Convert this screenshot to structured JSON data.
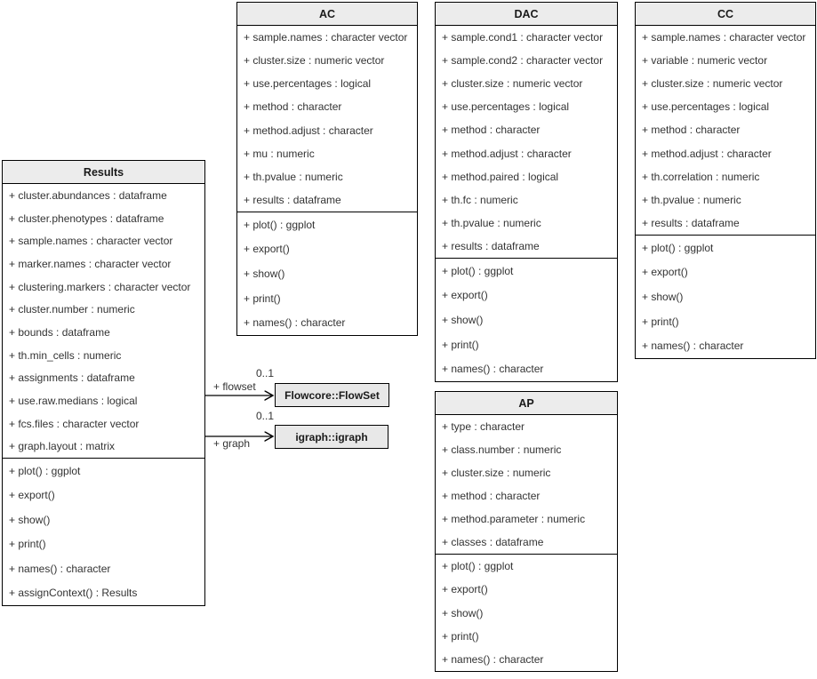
{
  "classes": {
    "results": {
      "title": "Results",
      "attributes": [
        "+ cluster.abundances : dataframe",
        "+ cluster.phenotypes : dataframe",
        "+ sample.names : character vector",
        "+ marker.names : character vector",
        "+ clustering.markers : character vector",
        "+ cluster.number : numeric",
        "+ bounds : dataframe",
        "+ th.min_cells : numeric",
        "+ assignments : dataframe",
        "+ use.raw.medians : logical",
        "+ fcs.files : character vector",
        "+ graph.layout : matrix"
      ],
      "methods": [
        "+ plot() : ggplot",
        "+ export()",
        "+ show()",
        "+ print()",
        "+ names() : character",
        "+ assignContext() : Results"
      ]
    },
    "ac": {
      "title": "AC",
      "attributes": [
        "+ sample.names : character vector",
        "+ cluster.size : numeric vector",
        "+ use.percentages : logical",
        "+ method : character",
        "+ method.adjust : character",
        "+ mu : numeric",
        "+ th.pvalue : numeric",
        "+ results : dataframe"
      ],
      "methods": [
        "+ plot() : ggplot",
        "+ export()",
        "+ show()",
        "+ print()",
        "+ names() : character"
      ]
    },
    "dac": {
      "title": "DAC",
      "attributes": [
        "+ sample.cond1 : character vector",
        "+ sample.cond2 : character vector",
        "+ cluster.size : numeric vector",
        "+ use.percentages : logical",
        "+ method : character",
        "+ method.adjust : character",
        "+ method.paired : logical",
        "+ th.fc : numeric",
        "+ th.pvalue : numeric",
        "+ results : dataframe"
      ],
      "methods": [
        "+ plot() : ggplot",
        "+ export()",
        "+ show()",
        "+ print()",
        "+ names() : character"
      ]
    },
    "cc": {
      "title": "CC",
      "attributes": [
        "+ sample.names : character vector",
        "+ variable : numeric vector",
        "+ cluster.size : numeric vector",
        "+ use.percentages : logical",
        "+ method : character",
        "+ method.adjust : character",
        "+ th.correlation : numeric",
        "+ th.pvalue : numeric",
        "+ results : dataframe"
      ],
      "methods": [
        "+ plot() : ggplot",
        "+ export()",
        "+ show()",
        "+ print()",
        "+ names() : character"
      ]
    },
    "ap": {
      "title": "AP",
      "attributes": [
        "+ type : character",
        "+ class.number : numeric",
        "+ cluster.size : numeric",
        "+ method : character",
        "+ method.parameter : numeric",
        "+ classes : dataframe"
      ],
      "methods": [
        "+ plot() : ggplot",
        "+ export()",
        "+ show()",
        "+ print()",
        "+ names() : character"
      ]
    }
  },
  "external": {
    "flowset": {
      "label": "Flowcore::FlowSet"
    },
    "igraph": {
      "label": "igraph::igraph"
    }
  },
  "associations": {
    "flowset": {
      "label": "+ flowset",
      "multiplicity": "0..1"
    },
    "graph": {
      "label": "+ graph",
      "multiplicity": "0..1"
    }
  },
  "colors": {
    "header_fill": "#ececec",
    "external_fill": "#e8e8e8",
    "border": "#000000",
    "text": "#333333",
    "background": "#ffffff"
  }
}
